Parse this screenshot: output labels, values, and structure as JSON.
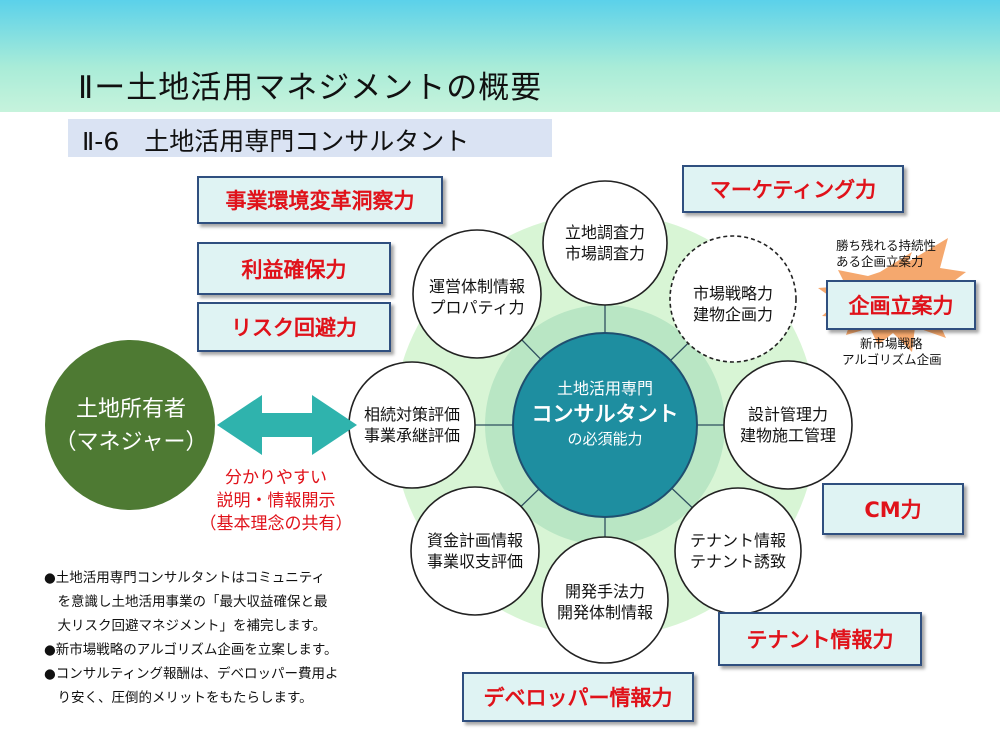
{
  "header": {
    "title": "Ⅱー土地活用マネジメントの概要",
    "subtitle": "Ⅱ-6　土地活用専門コンサルタント"
  },
  "left_boxes": [
    "事業環境変革洞察力",
    "利益確保力",
    "リスク回避力"
  ],
  "right_boxes": {
    "marketing": "マーケティング力",
    "planning": "企画立案力",
    "cm": "CM力",
    "tenant": "テナント情報力",
    "developer": "デベロッパー情報力"
  },
  "starburst": {
    "line1": "勝ち残れる持続性",
    "line2": "ある企画立案力"
  },
  "algorithm_note": {
    "line1": "新市場戦略",
    "line2": "アルゴリズム企画"
  },
  "center": {
    "line1": "土地活用専門",
    "line2": "コンサルタント",
    "line3": "の必須能力"
  },
  "ring": [
    {
      "line1": "立地調査力",
      "line2": "市場調査力"
    },
    {
      "line1": "市場戦略力",
      "line2": "建物企画力"
    },
    {
      "line1": "設計管理力",
      "line2": "建物施工管理"
    },
    {
      "line1": "テナント情報",
      "line2": "テナント誘致"
    },
    {
      "line1": "開発手法力",
      "line2": "開発体制情報"
    },
    {
      "line1": "資金計画情報",
      "line2": "事業収支評価"
    },
    {
      "line1": "相続対策評価",
      "line2": "事業承継評価"
    },
    {
      "line1": "運営体制情報",
      "line2": "プロパティ力"
    }
  ],
  "owner": {
    "line1": "土地所有者",
    "line2": "（マネジャー）"
  },
  "explain": {
    "line1": "分かりやすい",
    "line2": "説明・情報開示",
    "line3": "（基本理念の共有）"
  },
  "bullets": [
    "●土地活用専門コンサルタントはコミュニティ",
    "　を意識し土地活用事業の「最大収益確保と最",
    "　大リスク回避マネジメント」を補完します。",
    "●新市場戦略のアルゴリズム企画を立案します。",
    "●コンサルティング報酬は、デベロッパー費用よ",
    "　り安く、圧倒的メリットをもたらします。"
  ],
  "colors": {
    "header_top": "#5bd1ea",
    "header_bottom": "#c6f3dc",
    "accent_red": "#e0121a",
    "center_fill": "#1e8ea0",
    "ring_green": "#c9f0c6",
    "owner_green": "#4e7a33",
    "arrow_teal": "#2fb3ad",
    "starburst": "#f5a86e"
  }
}
